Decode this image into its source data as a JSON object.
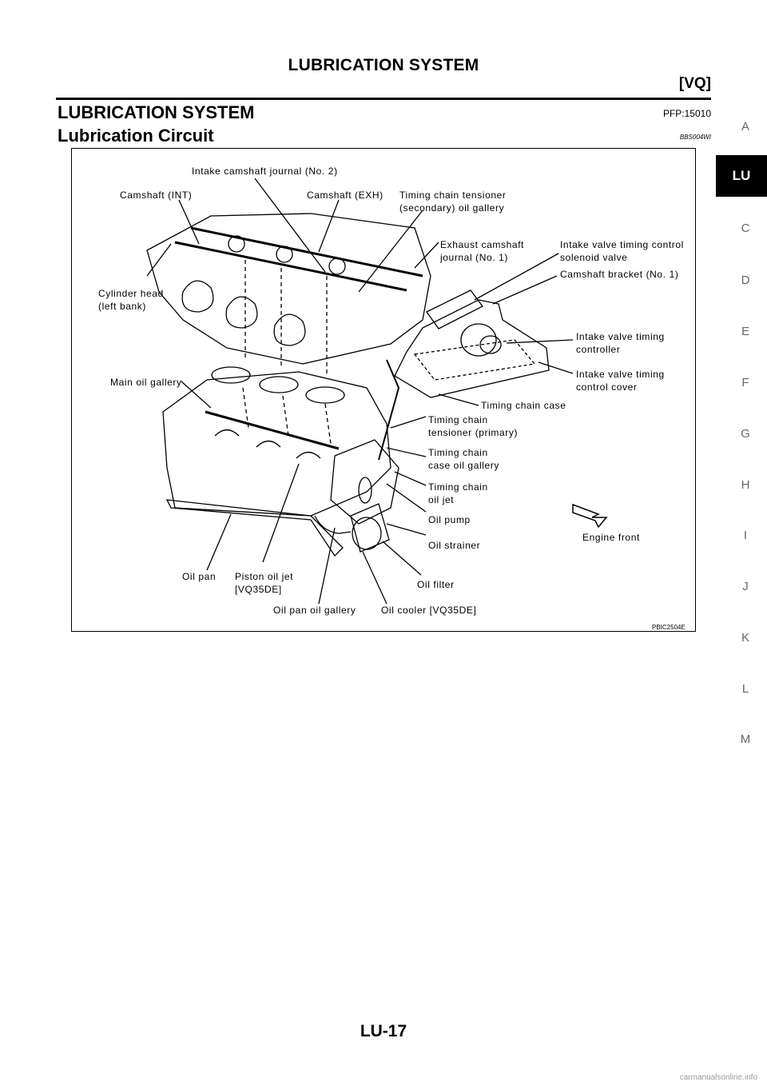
{
  "header": {
    "title": "LUBRICATION SYSTEM",
    "engine_code": "[VQ]"
  },
  "section": {
    "title": "LUBRICATION SYSTEM",
    "code": "PFP:15010"
  },
  "subsection": {
    "title": "Lubrication Circuit",
    "code": "BBS004WI"
  },
  "figure": {
    "labels": {
      "intake_camshaft_journal_no2": "Intake camshaft journal (No. 2)",
      "camshaft_int": "Camshaft (INT)",
      "camshaft_exh": "Camshaft (EXH)",
      "timing_chain_tensioner_secondary": "Timing chain tensioner\n(secondary) oil gallery",
      "exhaust_camshaft_journal_no1": "Exhaust camshaft\njournal (No. 1)",
      "intake_valve_timing_control_solenoid": "Intake valve timing control\nsolenoid valve",
      "camshaft_bracket_no1": "Camshaft bracket (No. 1)",
      "cylinder_head_left_bank": "Cylinder head\n(left bank)",
      "intake_valve_timing_controller": "Intake valve timing\ncontroller",
      "main_oil_gallery": "Main oil gallery",
      "intake_valve_timing_control_cover": "Intake valve timing\ncontrol cover",
      "timing_chain_case": "Timing chain case",
      "timing_chain_tensioner_primary": "Timing chain\ntensioner (primary)",
      "timing_chain_case_oil_gallery": "Timing chain\ncase oil gallery",
      "timing_chain_oil_jet": "Timing chain\noil jet",
      "oil_pump": "Oil pump",
      "engine_front": "Engine front",
      "oil_strainer": "Oil strainer",
      "oil_pan": "Oil pan",
      "piston_oil_jet": "Piston oil jet\n[VQ35DE]",
      "oil_filter": "Oil filter",
      "oil_pan_oil_gallery": "Oil pan oil gallery",
      "oil_cooler": "Oil cooler [VQ35DE]"
    },
    "code": "PBIC2504E"
  },
  "side_index": {
    "letters": [
      "A",
      "LU",
      "C",
      "D",
      "E",
      "F",
      "G",
      "H",
      "I",
      "J",
      "K",
      "L",
      "M"
    ],
    "active": "LU"
  },
  "footer": {
    "page": "LU-17",
    "watermark": "carmanualsonline.info"
  }
}
